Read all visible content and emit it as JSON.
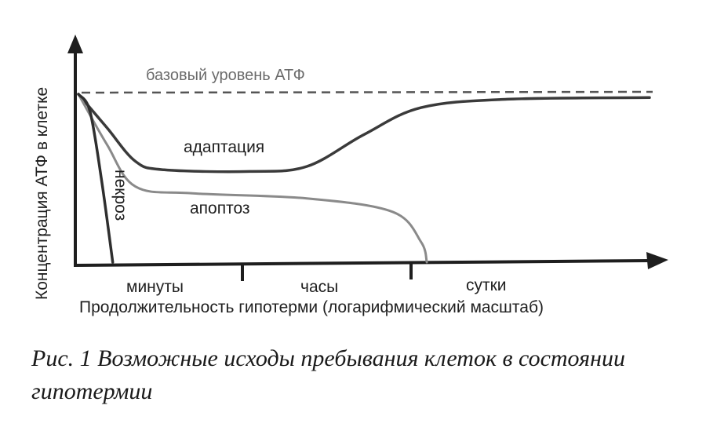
{
  "chart_data": {
    "type": "line",
    "ylabel": "Концентрация АТФ в клетке",
    "xlabel": "Продолжительность гипотерми (логарифмический масштаб)",
    "x_scale": "log",
    "x_ticks": [
      "минуты",
      "часы",
      "сутки"
    ],
    "baseline": {
      "label": "базовый уровень АТФ",
      "value": 1.0,
      "style": "dashed",
      "color": "#555555"
    },
    "series": [
      {
        "name": "адаптация",
        "color": "#3a3a3a",
        "label_position": "middle-left",
        "points": [
          [
            0.0,
            1.0
          ],
          [
            0.05,
            0.8
          ],
          [
            0.1,
            0.6
          ],
          [
            0.15,
            0.55
          ],
          [
            0.3,
            0.54
          ],
          [
            0.4,
            0.57
          ],
          [
            0.5,
            0.76
          ],
          [
            0.6,
            0.92
          ],
          [
            0.75,
            0.97
          ],
          [
            1.0,
            0.98
          ]
        ]
      },
      {
        "name": "апоптоз",
        "color": "#8a8a8a",
        "label_position": "middle",
        "points": [
          [
            0.0,
            1.0
          ],
          [
            0.05,
            0.7
          ],
          [
            0.1,
            0.45
          ],
          [
            0.2,
            0.41
          ],
          [
            0.4,
            0.38
          ],
          [
            0.55,
            0.3
          ],
          [
            0.6,
            0.12
          ],
          [
            0.61,
            0.0
          ]
        ]
      },
      {
        "name": "некроз",
        "color": "#2f2f2f",
        "label_position": "vertical",
        "points": [
          [
            0.0,
            1.0
          ],
          [
            0.02,
            0.9
          ],
          [
            0.04,
            0.5
          ],
          [
            0.06,
            0.0
          ]
        ]
      }
    ],
    "ylim": [
      0,
      1.1
    ],
    "grid": false
  },
  "caption": "Рис. 1 Возможные исходы пребывания клеток в состоянии гипотермии"
}
